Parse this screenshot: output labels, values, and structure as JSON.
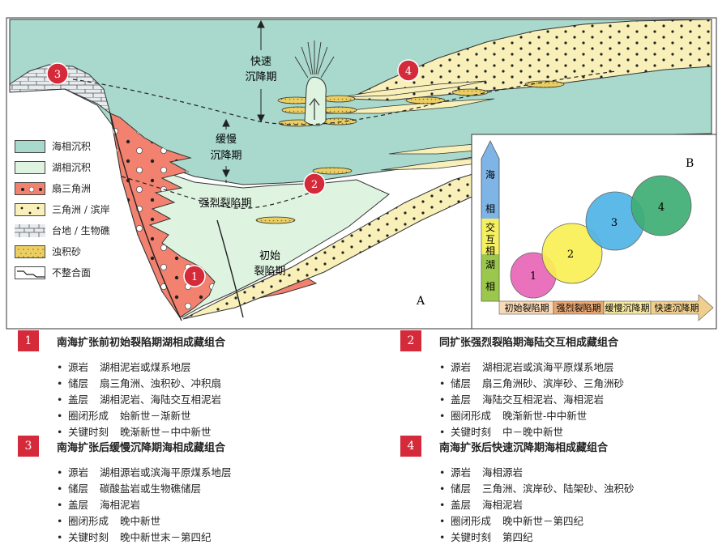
{
  "diagram": {
    "panel_a_label": "A",
    "panel_b_label": "B",
    "stage_fast": [
      "快速",
      "沉降期"
    ],
    "stage_slow": [
      "缓慢",
      "沉降期"
    ],
    "stage_strong": "强烈裂陷期",
    "stage_initial": [
      "初始",
      "裂陷期"
    ],
    "markers": [
      "1",
      "2",
      "3",
      "4"
    ],
    "colors": {
      "marine": "#a9d9cc",
      "lacustrine": "#def4e1",
      "fan_delta": "#f2826f",
      "delta": "#f8f0b8",
      "turbidite": "#eccf63",
      "marker_red": "#d42a3a"
    }
  },
  "legend": [
    {
      "label": "海相沉积",
      "icon": "marine-swatch"
    },
    {
      "label": "湖相沉积",
      "icon": "lacustrine-swatch"
    },
    {
      "label": "扇三角洲",
      "icon": "fan-delta-swatch"
    },
    {
      "label": "三角洲 / 滨岸",
      "icon": "delta-swatch"
    },
    {
      "label": "台地 / 生物礁",
      "icon": "platform-reef-swatch"
    },
    {
      "label": "浊积砂",
      "icon": "turbidite-swatch"
    },
    {
      "label": "不整合面",
      "icon": "unconformity-line"
    }
  ],
  "panel_b": {
    "y_axis_labels": [
      "海",
      "相",
      "交",
      "互",
      "相",
      "湖",
      "相"
    ],
    "x_axis_labels": [
      "初始裂陷期",
      "强烈裂陷期",
      "缓慢沉降期",
      "快速沉降期"
    ],
    "bubbles": [
      "1",
      "2",
      "3",
      "4"
    ],
    "bubble_colors": [
      "#e96ab9",
      "#f8ef55",
      "#4fb3e5",
      "#3fae74"
    ],
    "x_segment_colors": [
      "#f9d9b6",
      "#eaa872",
      "#f8e9a2",
      "#f0cf8e"
    ],
    "y_segment_colors": [
      "#7eb4e6",
      "#f5ef62",
      "#9bc84c"
    ]
  },
  "cards": [
    {
      "number": "1",
      "title": "南海扩张前初始裂陷期湖相成藏组合",
      "items": [
        {
          "key": "源岩",
          "value": "湖相泥岩或煤系地层"
        },
        {
          "key": "储层",
          "value": "扇三角洲、浊积砂、冲积扇"
        },
        {
          "key": "盖层",
          "value": "湖相泥岩、海陆交互相泥岩"
        },
        {
          "key": "圈闭形成",
          "value": "始新世－渐新世"
        },
        {
          "key": "关键时刻",
          "value": "晚渐新世－中中新世"
        }
      ]
    },
    {
      "number": "2",
      "title": "同扩张强烈裂陷期海陆交互相成藏组合",
      "items": [
        {
          "key": "源岩",
          "value": "湖相泥岩或滨海平原煤系地层"
        },
        {
          "key": "储层",
          "value": "扇三角洲砂、滨岸砂、三角洲砂"
        },
        {
          "key": "盖层",
          "value": "海陆交互相泥岩、海相泥岩"
        },
        {
          "key": "圈闭形成",
          "value": "晚渐新世-中中新世"
        },
        {
          "key": "关键时刻",
          "value": "中－晚中新世"
        }
      ]
    },
    {
      "number": "3",
      "title": "南海扩张后缓慢沉降期海相成藏组合",
      "items": [
        {
          "key": "源岩",
          "value": "湖相源岩或滨海平原煤系地层"
        },
        {
          "key": "储层",
          "value": "碳酸盐岩或生物礁储层"
        },
        {
          "key": "盖层",
          "value": "海相泥岩"
        },
        {
          "key": "圈闭形成",
          "value": "晚中新世"
        },
        {
          "key": "关键时刻",
          "value": "晚中新世末－第四纪"
        }
      ]
    },
    {
      "number": "4",
      "title": "南海扩张后快速沉降期海相成藏组合",
      "items": [
        {
          "key": "源岩",
          "value": "海相源岩"
        },
        {
          "key": "储层",
          "value": "三角洲、滨岸砂、陆架砂、浊积砂"
        },
        {
          "key": "盖层",
          "value": "海相泥岩"
        },
        {
          "key": "圈闭形成",
          "value": "晚中新世－第四纪"
        },
        {
          "key": "关键时刻",
          "value": "第四纪"
        }
      ]
    }
  ]
}
